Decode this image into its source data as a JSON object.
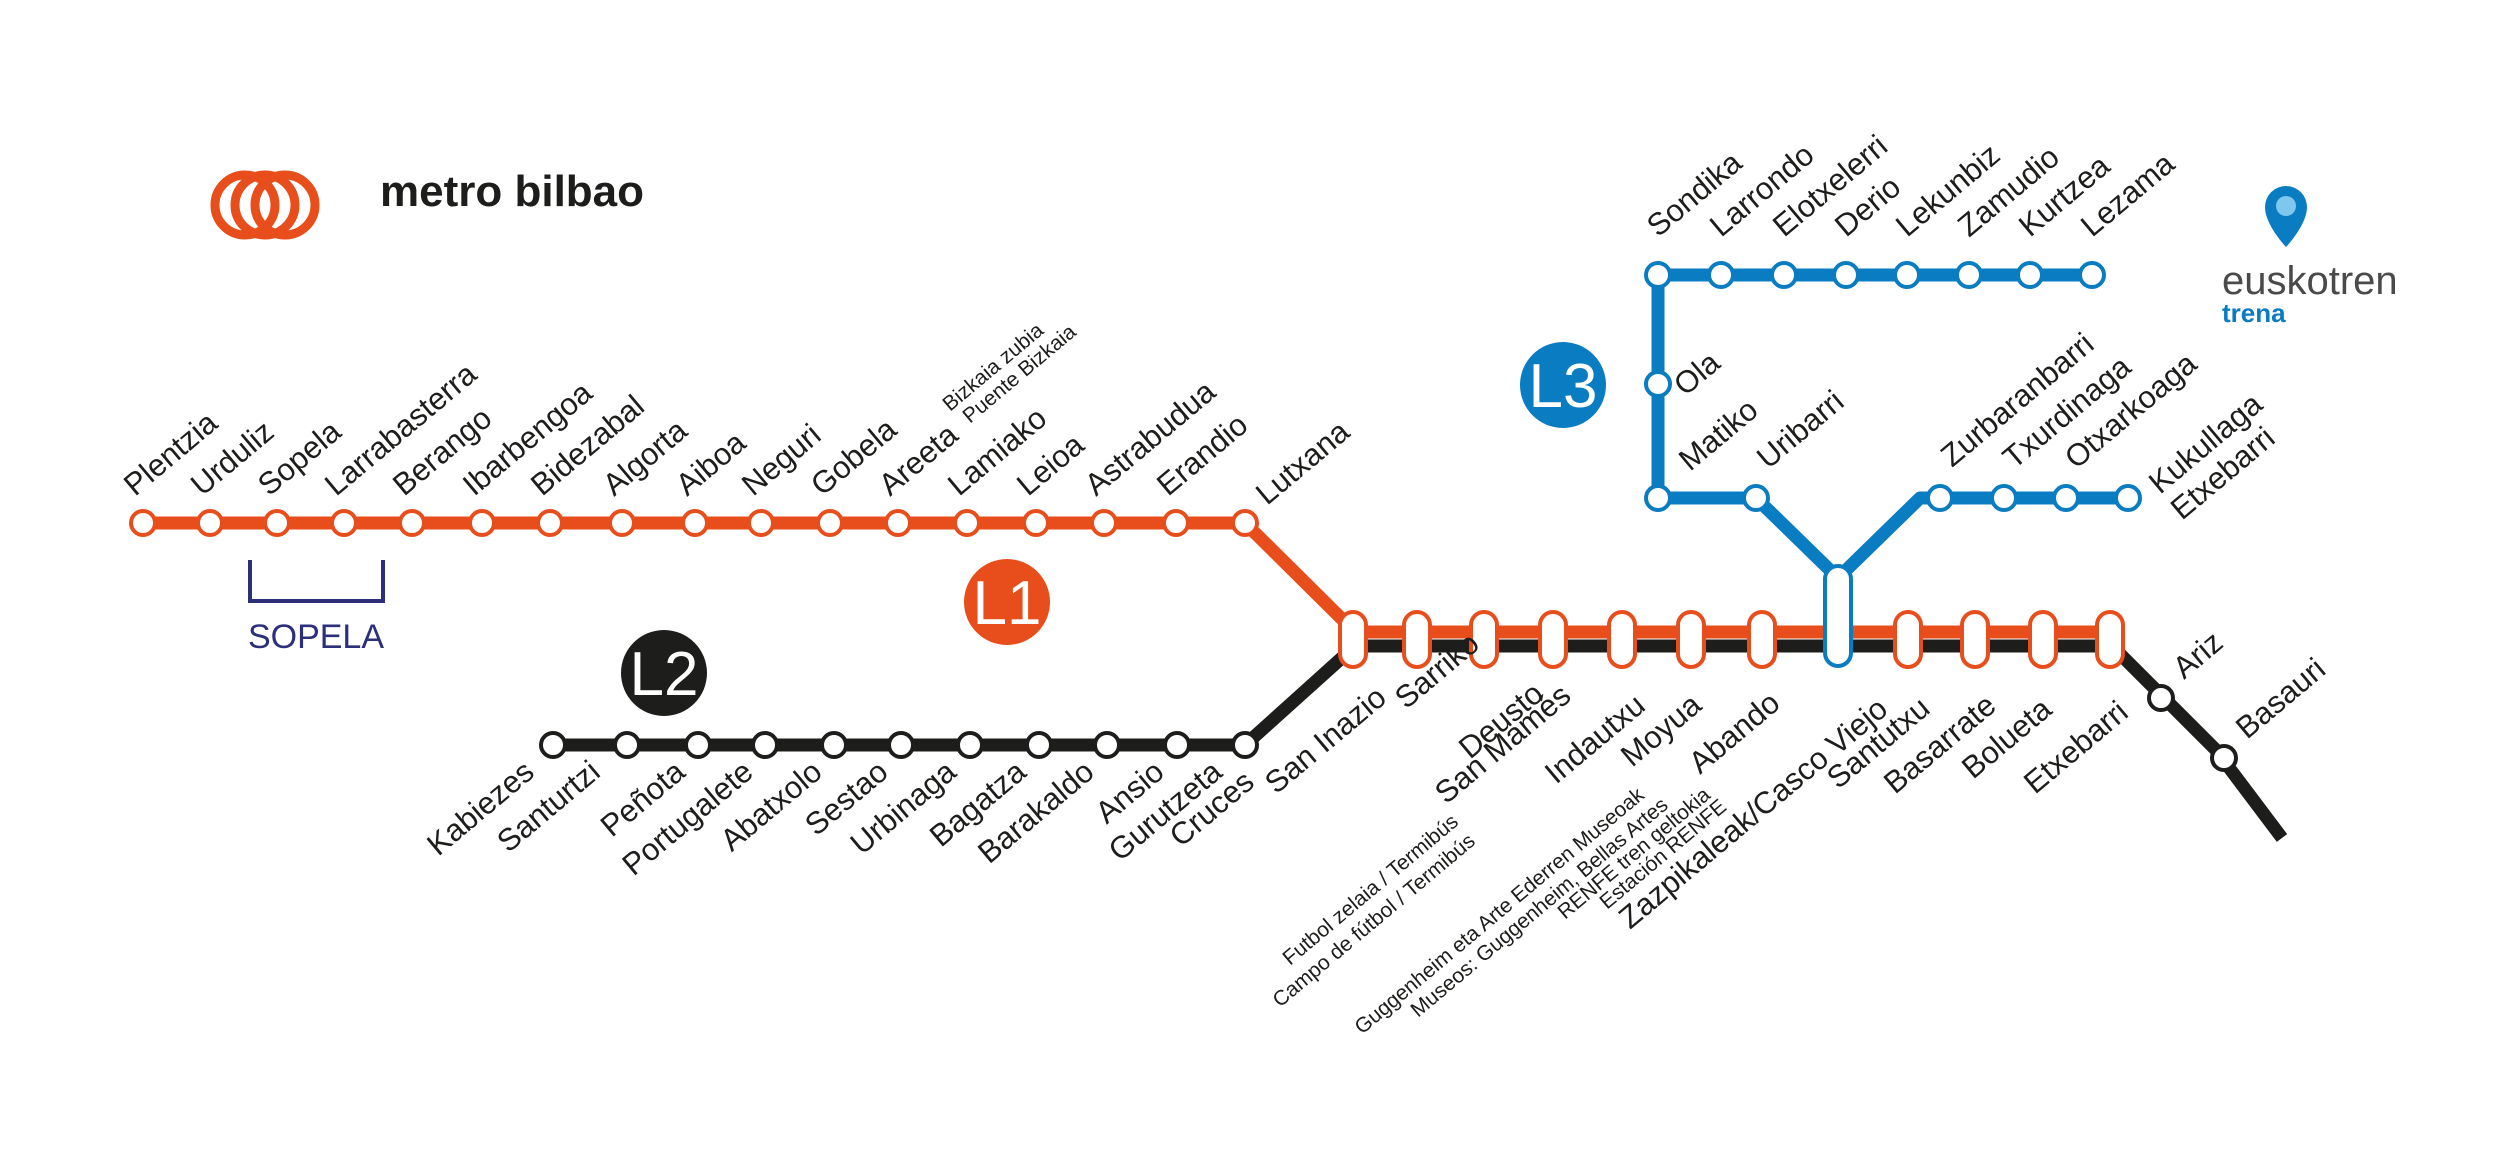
{
  "brand": {
    "metro": "metro bilbao",
    "euskotren": "euskotren",
    "euskotren_sub": "trena"
  },
  "colors": {
    "l1": "#e84e1b",
    "l2": "#1d1d1b",
    "l3": "#0a7cc1",
    "sopela_bracket": "#2c2f7a"
  },
  "lines": {
    "l1": "L1",
    "l2": "L2",
    "l3": "L3"
  },
  "zone_label": "SOPELA",
  "stations": {
    "l1_branch": [
      "Plentzia",
      "Urduliz",
      "Sopela",
      "Larrabasterra",
      "Berango",
      "Ibarbengoa",
      "Bidezabal",
      "Algorta",
      "Aiboa",
      "Neguri",
      "Gobela",
      "Areeta",
      "Lamiako",
      "Leioa",
      "Astrabudua",
      "Erandio",
      "Lutxana"
    ],
    "areeta_sub": [
      "Bizkaia zubia",
      "Puente Bizkaia"
    ],
    "l2_branch": [
      "Kabiezes",
      "Santurtzi",
      "Peñota",
      "Portugalete",
      "Abatxolo",
      "Sestao",
      "Urbinaga",
      "Bagatza",
      "Barakaldo",
      "Ansio",
      "Gurutzeta",
      "Cruces"
    ],
    "trunk": [
      "San Inazio",
      "Sarriko",
      "Deusto",
      "San Mamés",
      "Indautxu",
      "Moyua",
      "Abando",
      "Zazpikaleak/Casco Viejo",
      "Santutxu",
      "Basarrate",
      "Bolueta",
      "Etxebarri"
    ],
    "san_mames_sub": [
      "Futbol zelaia / Termibús",
      "Campo de fútbol / Termibús"
    ],
    "moyua_sub": [
      "Guggenheim eta Arte Ederren Museoak",
      "Museos: Guggenheim, Bellas Artes"
    ],
    "abando_sub": [
      "RENFE tren geltokia",
      "Estación RENFE"
    ],
    "l2_end": [
      "Ariz",
      "Basauri"
    ],
    "l3_top": [
      "Sondika",
      "Larrondo",
      "Elotxelerri",
      "Derio",
      "Lekunbiz",
      "Zamudio",
      "Kurtzea",
      "Lezama"
    ],
    "l3_mid": [
      "Ola",
      "Matiko",
      "Uribarri"
    ],
    "l3_right": [
      "Zurbaranbarri",
      "Txurdinaga",
      "Otxarkoaga",
      "Kukullaga Etxebarri"
    ]
  }
}
